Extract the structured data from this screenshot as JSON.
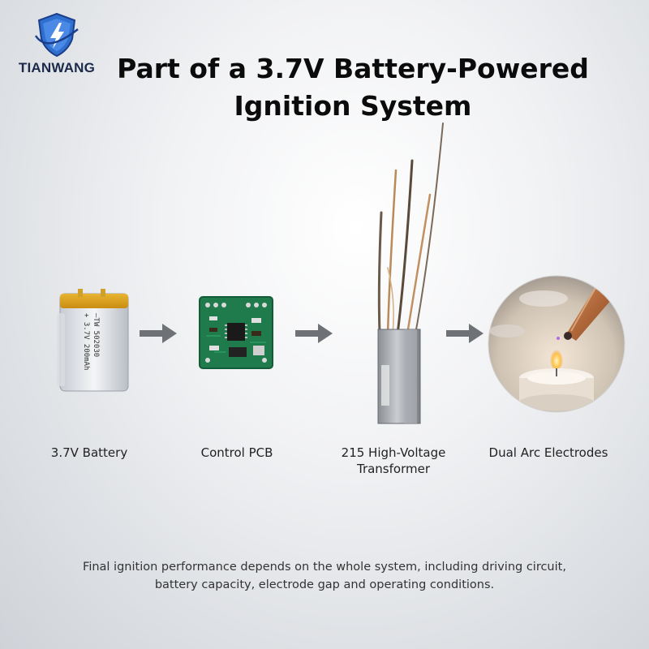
{
  "brand": {
    "name": "TIANWANG"
  },
  "title": {
    "line1": "Part of a 3.7V Battery-Powered",
    "line2": "Ignition System"
  },
  "components": [
    {
      "label": "3.7V Battery",
      "print": {
        "line1": "—TW  502030",
        "line2": "+ 3.7V 200mAh"
      }
    },
    {
      "label": "Control PCB"
    },
    {
      "label_line1": "215 High-Voltage",
      "label_line2": "Transformer"
    },
    {
      "label": "Dual Arc Electrodes"
    }
  ],
  "footer": {
    "line1": "Final ignition performance depends on the whole system, including driving circuit,",
    "line2": "battery capacity, electrode gap and operating conditions."
  },
  "colors": {
    "arrow": "#6e7276",
    "brand": "#1c2a4a",
    "shield": "#2f6fd0",
    "pcb": "#1f7a4c"
  }
}
